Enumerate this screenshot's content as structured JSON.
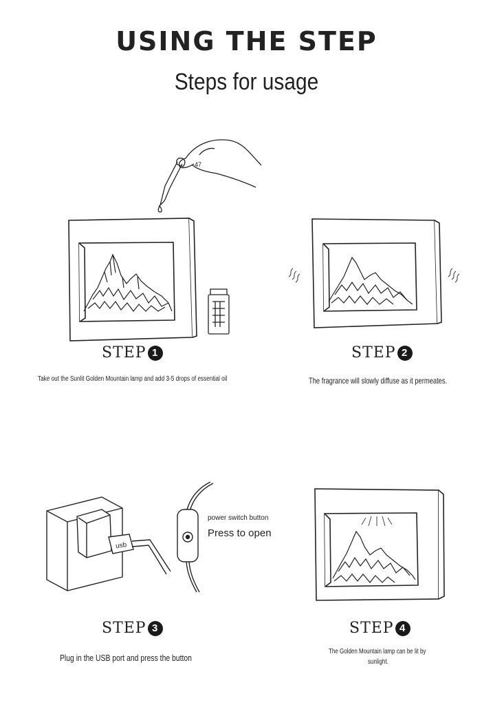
{
  "header": {
    "title": "USING THE STEP",
    "subtitle": "Steps for usage"
  },
  "steps": [
    {
      "word": "STEP",
      "number": "1",
      "caption": "Take out the Sunlit Golden Mountain lamp and add 3-5 drops of essential oil"
    },
    {
      "word": "STEP",
      "number": "2",
      "caption": "The fragrance will slowly diffuse as it permeates."
    },
    {
      "word": "STEP",
      "number": "3",
      "caption": "Plug in the USB port and press the button"
    },
    {
      "word": "STEP",
      "number": "4",
      "caption_line1": "The Golden Mountain lamp can be lit by",
      "caption_line2": "sunlight."
    }
  ],
  "step3_callouts": {
    "switch_label": "power switch button",
    "press_label": "Press to open",
    "usb_text": "usb"
  },
  "bottle_label": "",
  "dropper_label": "47"
}
